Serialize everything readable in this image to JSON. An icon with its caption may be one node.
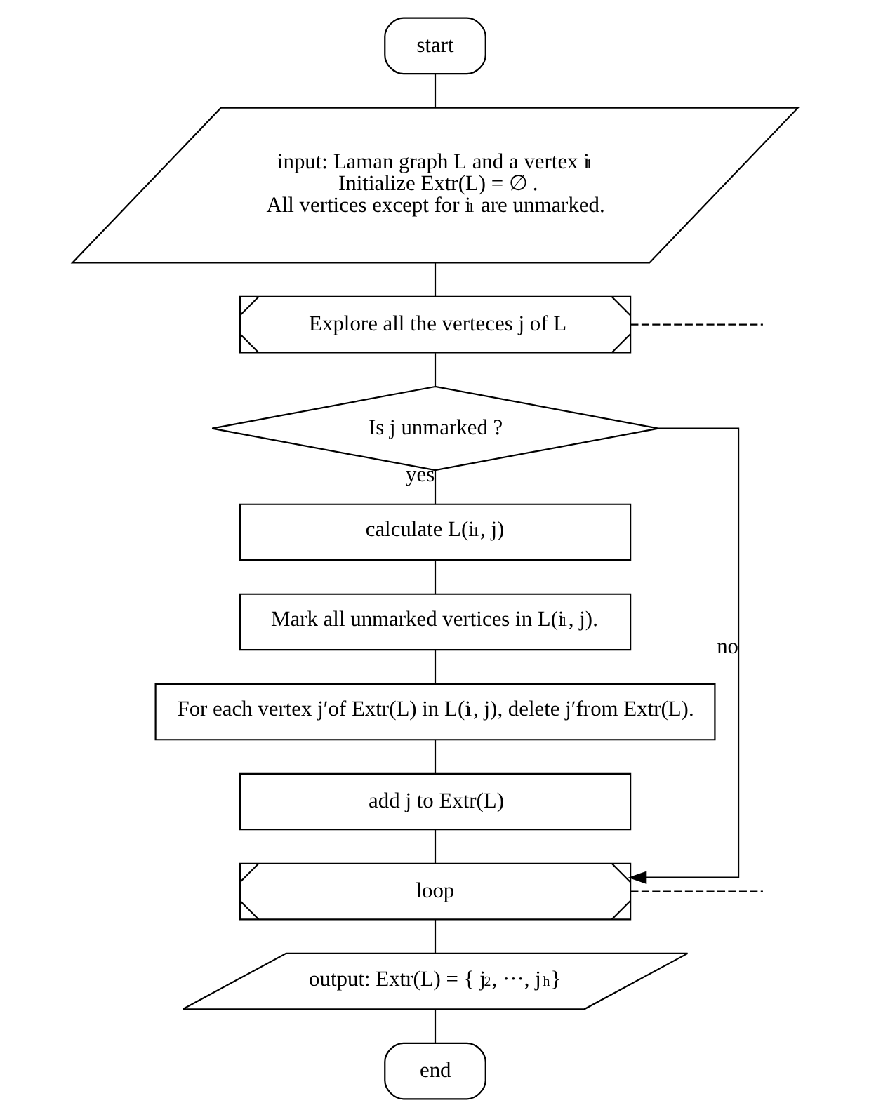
{
  "diagram": {
    "nodes": [
      {
        "text": [
          "start"
        ]
      },
      {
        "text": [
          "input: Laman graph L and a vertex i$_{1}$",
          "Initialize Extr(L) = ∅ .",
          "All vertices except for i$_{1}$ are unmarked."
        ]
      },
      {
        "text": [
          "Explore all the verteces j of L"
        ]
      },
      {
        "text": [
          "Is j unmarked ?"
        ]
      },
      {
        "text": [
          "calculate L(i$_{1}$, j)"
        ]
      },
      {
        "text": [
          "Mark all unmarked vertices in L(i$_{1}$, j)."
        ]
      },
      {
        "text": [
          "For each vertex j′of Extr(L) in L(i$_{1}$, j), delete j′from Extr(L)."
        ]
      },
      {
        "text": [
          "add j to Extr(L)"
        ]
      },
      {
        "text": [
          "loop"
        ]
      },
      {
        "text": [
          "output: Extr(L) = { j$_{2}$, ···, j$_{h}$}"
        ]
      },
      {
        "text": [
          "end"
        ]
      }
    ],
    "edges": [
      {
        "from": 0,
        "to": 1,
        "arrow": "none"
      },
      {
        "from": 1,
        "to": 2,
        "arrow": "none"
      },
      {
        "from": 2,
        "to": null,
        "arrow": "none",
        "style": "dashed"
      },
      {
        "from": 2,
        "to": 3,
        "arrow": "none"
      },
      {
        "from": 3,
        "to": 4,
        "arrow": "none",
        "label": "yes"
      },
      {
        "from": 3,
        "to": 8,
        "arrow": "to",
        "label": "no"
      },
      {
        "from": 4,
        "to": 5,
        "arrow": "none"
      },
      {
        "from": 5,
        "to": 6,
        "arrow": "none"
      },
      {
        "from": 6,
        "to": 7,
        "arrow": "none"
      },
      {
        "from": 7,
        "to": 8,
        "arrow": "none"
      },
      {
        "from": 8,
        "to": null,
        "arrow": "none",
        "style": "dashed"
      },
      {
        "from": 8,
        "to": 9,
        "arrow": "none"
      },
      {
        "from": 9,
        "to": 10,
        "arrow": "none"
      }
    ]
  }
}
